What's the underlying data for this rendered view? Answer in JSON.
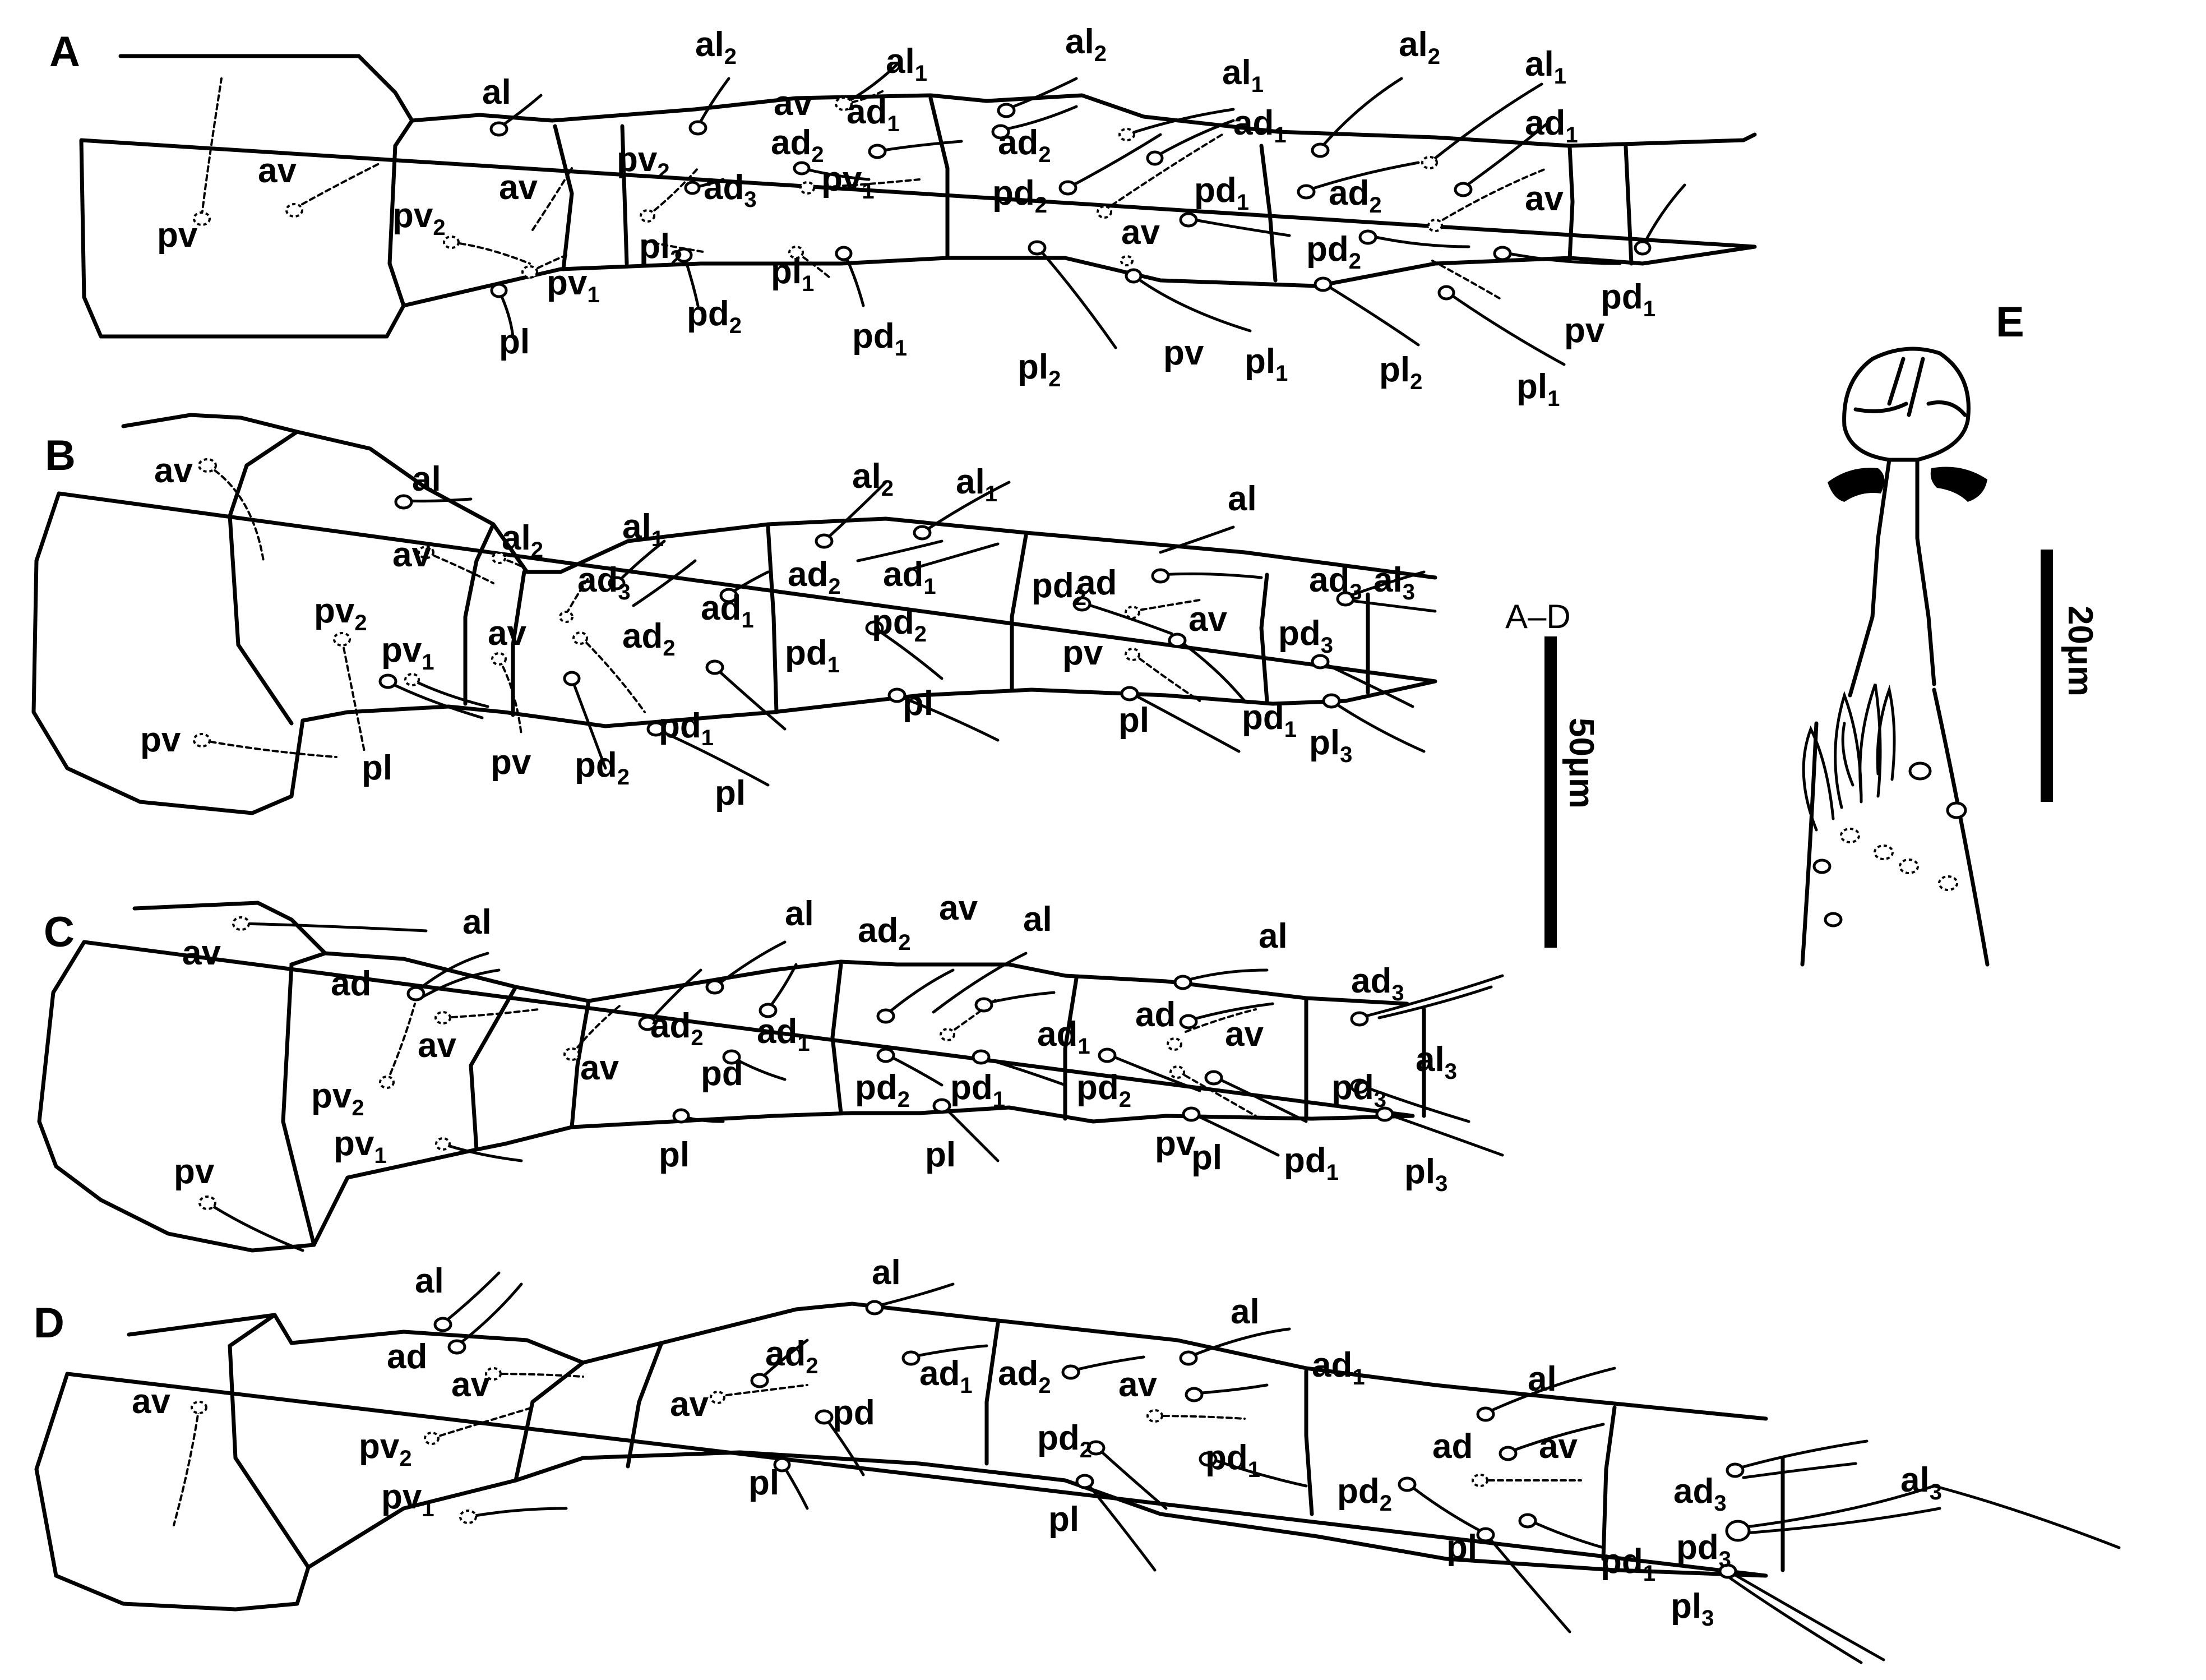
{
  "figure": {
    "panels": [
      {
        "label": "A",
        "setae": [
          {
            "t": "pv",
            "s": ""
          },
          {
            "t": "av",
            "s": ""
          },
          {
            "t": "pv",
            "s": "2"
          },
          {
            "t": "al",
            "s": ""
          },
          {
            "t": "av",
            "s": ""
          },
          {
            "t": "pv",
            "s": "1"
          },
          {
            "t": "pl",
            "s": ""
          },
          {
            "t": "pv",
            "s": "2"
          },
          {
            "t": "pl",
            "s": "2"
          },
          {
            "t": "pd",
            "s": "2"
          },
          {
            "t": "al",
            "s": "2"
          },
          {
            "t": "ad",
            "s": "3"
          },
          {
            "t": "pl",
            "s": "1"
          },
          {
            "t": "pd",
            "s": "1"
          },
          {
            "t": "al",
            "s": "1"
          },
          {
            "t": "av",
            "s": ""
          },
          {
            "t": "ad",
            "s": "1"
          },
          {
            "t": "ad",
            "s": "2"
          },
          {
            "t": "pv",
            "s": "1"
          },
          {
            "t": "al",
            "s": "2"
          },
          {
            "t": "ad",
            "s": "2"
          },
          {
            "t": "pd",
            "s": "2"
          },
          {
            "t": "pl",
            "s": "2"
          },
          {
            "t": "al",
            "s": "1"
          },
          {
            "t": "ad",
            "s": "1"
          },
          {
            "t": "pd",
            "s": "1"
          },
          {
            "t": "av",
            "s": ""
          },
          {
            "t": "pv",
            "s": ""
          },
          {
            "t": "pl",
            "s": "1"
          },
          {
            "t": "al",
            "s": "2"
          },
          {
            "t": "ad",
            "s": "2"
          },
          {
            "t": "pd",
            "s": "2"
          },
          {
            "t": "pl",
            "s": "2"
          },
          {
            "t": "al",
            "s": "1"
          },
          {
            "t": "ad",
            "s": "1"
          },
          {
            "t": "av",
            "s": ""
          },
          {
            "t": "pv",
            "s": ""
          },
          {
            "t": "pl",
            "s": "1"
          },
          {
            "t": "pd",
            "s": "1"
          }
        ]
      },
      {
        "label": "B",
        "setae": [
          {
            "t": "av",
            "s": ""
          },
          {
            "t": "pv",
            "s": "2"
          },
          {
            "t": "pv",
            "s": ""
          },
          {
            "t": "al",
            "s": ""
          },
          {
            "t": "av",
            "s": ""
          },
          {
            "t": "al",
            "s": "2"
          },
          {
            "t": "pv",
            "s": "1"
          },
          {
            "t": "pl",
            "s": ""
          },
          {
            "t": "pv",
            "s": ""
          },
          {
            "t": "ad",
            "s": "3"
          },
          {
            "t": "av",
            "s": ""
          },
          {
            "t": "pd",
            "s": "2"
          },
          {
            "t": "al",
            "s": "1"
          },
          {
            "t": "ad",
            "s": "2"
          },
          {
            "t": "ad",
            "s": "1"
          },
          {
            "t": "pd",
            "s": "1"
          },
          {
            "t": "pl",
            "s": ""
          },
          {
            "t": "al",
            "s": "2"
          },
          {
            "t": "ad",
            "s": "2"
          },
          {
            "t": "al",
            "s": "1"
          },
          {
            "t": "ad",
            "s": "1"
          },
          {
            "t": "pd",
            "s": "2"
          },
          {
            "t": "pd",
            "s": "1"
          },
          {
            "t": "pl",
            "s": ""
          },
          {
            "t": "pd",
            "s": "2"
          },
          {
            "t": "ad",
            "s": ""
          },
          {
            "t": "al",
            "s": ""
          },
          {
            "t": "av",
            "s": ""
          },
          {
            "t": "pv",
            "s": ""
          },
          {
            "t": "pl",
            "s": ""
          },
          {
            "t": "pd",
            "s": "1"
          },
          {
            "t": "ad",
            "s": "3"
          },
          {
            "t": "al",
            "s": "3"
          },
          {
            "t": "pd",
            "s": "3"
          },
          {
            "t": "pl",
            "s": "3"
          }
        ]
      },
      {
        "label": "C",
        "setae": [
          {
            "t": "av",
            "s": ""
          },
          {
            "t": "pv",
            "s": ""
          },
          {
            "t": "al",
            "s": ""
          },
          {
            "t": "ad",
            "s": ""
          },
          {
            "t": "av",
            "s": ""
          },
          {
            "t": "pv",
            "s": "2"
          },
          {
            "t": "pv",
            "s": "1"
          },
          {
            "t": "av",
            "s": ""
          },
          {
            "t": "ad",
            "s": "2"
          },
          {
            "t": "pd",
            "s": ""
          },
          {
            "t": "pl",
            "s": ""
          },
          {
            "t": "al",
            "s": ""
          },
          {
            "t": "ad",
            "s": "1"
          },
          {
            "t": "ad",
            "s": "2"
          },
          {
            "t": "av",
            "s": ""
          },
          {
            "t": "al",
            "s": ""
          },
          {
            "t": "pd",
            "s": "2"
          },
          {
            "t": "pd",
            "s": "1"
          },
          {
            "t": "pl",
            "s": ""
          },
          {
            "t": "ad",
            "s": "1"
          },
          {
            "t": "al",
            "s": ""
          },
          {
            "t": "ad",
            "s": ""
          },
          {
            "t": "av",
            "s": ""
          },
          {
            "t": "pd",
            "s": "2"
          },
          {
            "t": "pv",
            "s": ""
          },
          {
            "t": "pl",
            "s": ""
          },
          {
            "t": "pd",
            "s": "1"
          },
          {
            "t": "ad",
            "s": "3"
          },
          {
            "t": "al",
            "s": "3"
          },
          {
            "t": "pd",
            "s": "3"
          },
          {
            "t": "pl",
            "s": "3"
          }
        ]
      },
      {
        "label": "D",
        "setae": [
          {
            "t": "av",
            "s": ""
          },
          {
            "t": "al",
            "s": ""
          },
          {
            "t": "ad",
            "s": ""
          },
          {
            "t": "av",
            "s": ""
          },
          {
            "t": "pv",
            "s": "2"
          },
          {
            "t": "pv",
            "s": "1"
          },
          {
            "t": "av",
            "s": ""
          },
          {
            "t": "ad",
            "s": "2"
          },
          {
            "t": "pd",
            "s": ""
          },
          {
            "t": "pl",
            "s": ""
          },
          {
            "t": "al",
            "s": ""
          },
          {
            "t": "ad",
            "s": "1"
          },
          {
            "t": "ad",
            "s": "2"
          },
          {
            "t": "pd",
            "s": "2"
          },
          {
            "t": "pl",
            "s": ""
          },
          {
            "t": "al",
            "s": ""
          },
          {
            "t": "ad",
            "s": "1"
          },
          {
            "t": "av",
            "s": ""
          },
          {
            "t": "pd",
            "s": "1"
          },
          {
            "t": "al",
            "s": ""
          },
          {
            "t": "ad",
            "s": ""
          },
          {
            "t": "av",
            "s": ""
          },
          {
            "t": "pd",
            "s": "2"
          },
          {
            "t": "pl",
            "s": ""
          },
          {
            "t": "pd",
            "s": "1"
          },
          {
            "t": "ad",
            "s": "3"
          },
          {
            "t": "al",
            "s": "3"
          },
          {
            "t": "pd",
            "s": "3"
          },
          {
            "t": "pl",
            "s": "3"
          }
        ]
      },
      {
        "label": "E",
        "setae": []
      }
    ],
    "scale_bars": [
      {
        "group": "A–D",
        "label": "50μm"
      },
      {
        "group": "",
        "label": "20μm"
      }
    ]
  }
}
